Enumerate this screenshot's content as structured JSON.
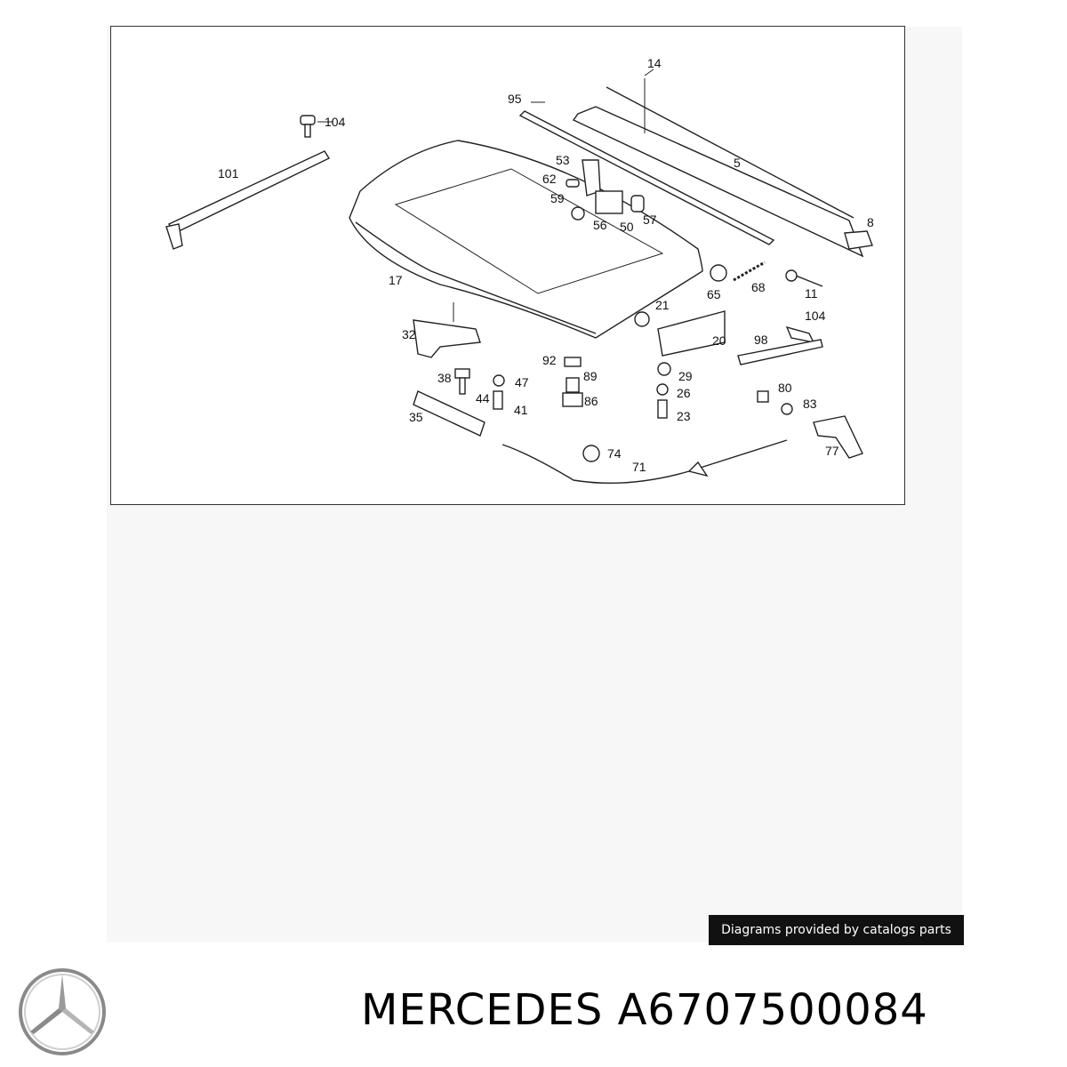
{
  "diagram": {
    "callouts": [
      "104",
      "101",
      "95",
      "14",
      "53",
      "62",
      "59",
      "56",
      "50",
      "57",
      "5",
      "8",
      "17",
      "65",
      "68",
      "11",
      "32",
      "21",
      "104",
      "20",
      "98",
      "92",
      "89",
      "38",
      "47",
      "29",
      "44",
      "41",
      "35",
      "86",
      "26",
      "23",
      "80",
      "83",
      "74",
      "71",
      "77"
    ]
  },
  "caption": "Diagrams provided by catalogs parts",
  "brand": "MERCEDES",
  "part_number": "A6707500084",
  "logo_icon": "mercedes-star-icon",
  "colors": {
    "caption_bg": "#111111",
    "caption_text": "#ffffff"
  }
}
